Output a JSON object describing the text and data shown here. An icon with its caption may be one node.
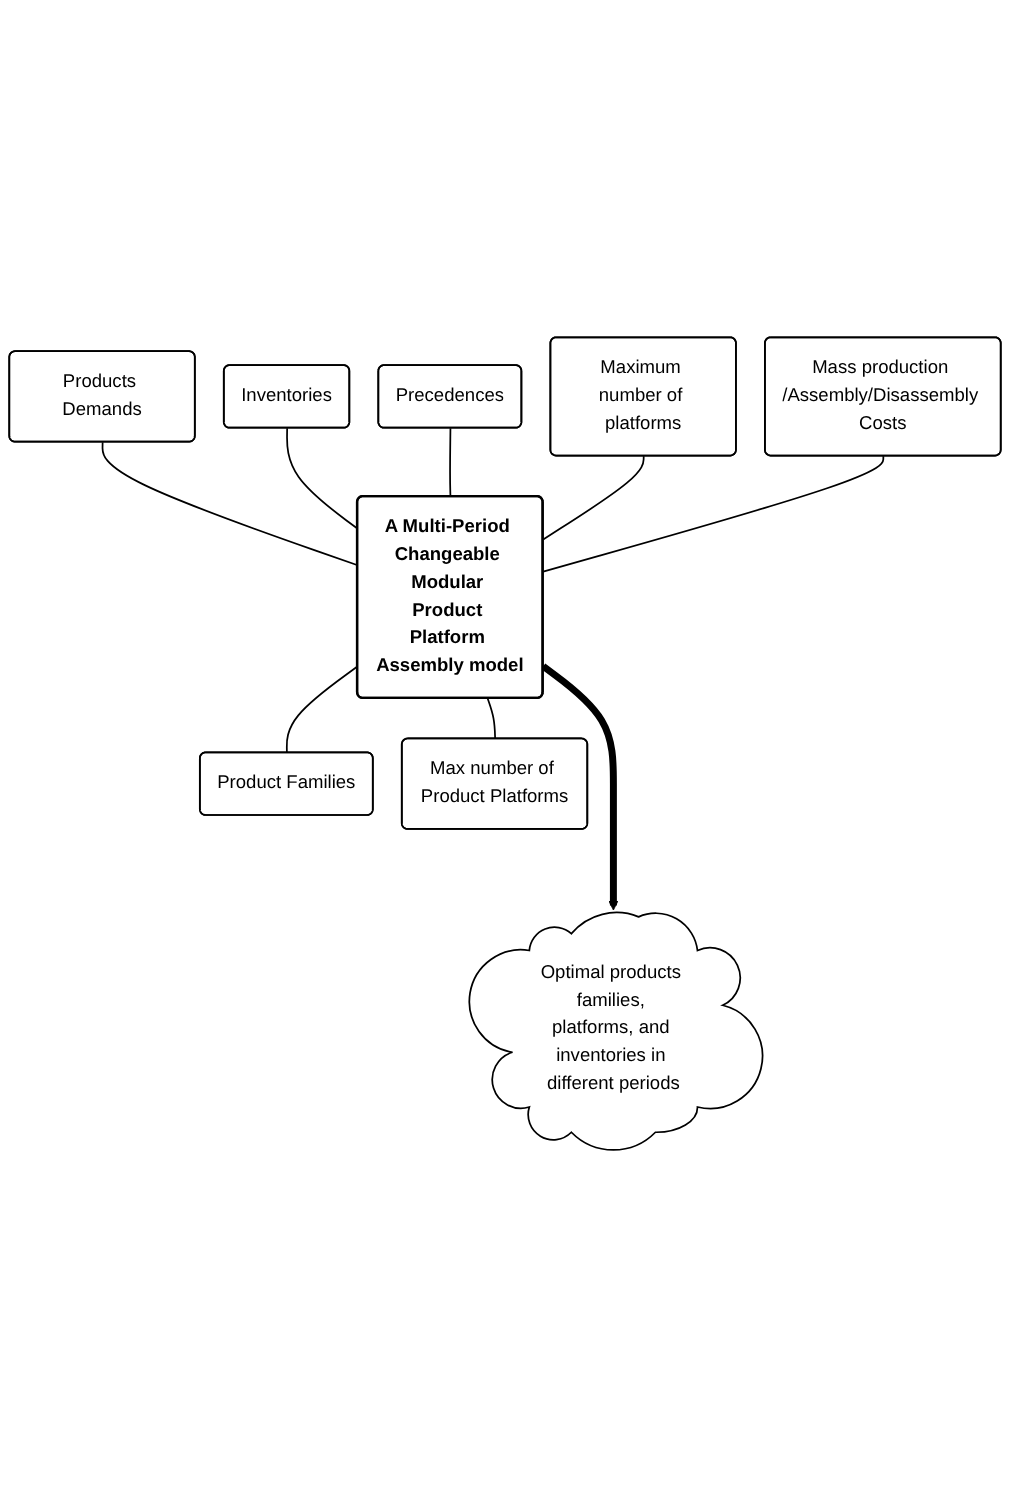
{
  "diagram": {
    "nodes": [
      {
        "text": [
          "Products Demands"
        ]
      },
      {
        "text": [
          "Inventories"
        ]
      },
      {
        "text": [
          "Precedences"
        ]
      },
      {
        "text": [
          "A Multi-Period Changeable Modular Product Platform Assembly model"
        ]
      },
      {
        "text": [
          "Mass production /Assembly/Disassembly Costs"
        ]
      },
      {
        "text": [
          "Maximum number of platforms"
        ]
      },
      {
        "text": [
          "Product Families"
        ]
      },
      {
        "text": [
          "Max number of Product Platforms"
        ]
      },
      {
        "text": [
          "Optimal products families, platforms, and inventories in different periods"
        ]
      }
    ],
    "edges": [
      {
        "from": 0,
        "to": 3,
        "arrow": "none"
      },
      {
        "from": 1,
        "to": 3,
        "arrow": "none"
      },
      {
        "from": 2,
        "to": 3,
        "arrow": "none"
      },
      {
        "from": 5,
        "to": 3,
        "arrow": "none"
      },
      {
        "from": 4,
        "to": 3,
        "arrow": "none"
      },
      {
        "from": 3,
        "to": 6,
        "arrow": "none"
      },
      {
        "from": 3,
        "to": 7,
        "arrow": "none"
      },
      {
        "from": 3,
        "to": 8,
        "arrow": "to",
        "style": "thick"
      }
    ]
  }
}
